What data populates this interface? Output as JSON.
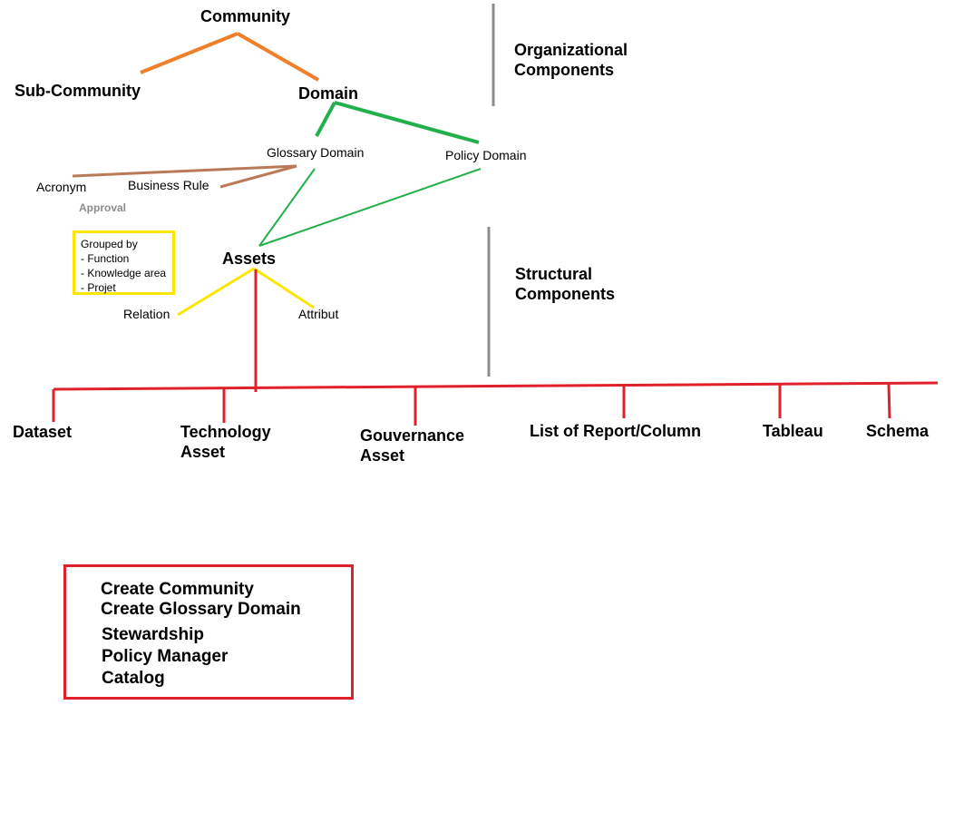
{
  "org": {
    "community": "Community",
    "sub_community": "Sub-Community",
    "domain": "Domain",
    "glossary_domain": "Glossary Domain",
    "policy_domain": "Policy Domain",
    "acronym": "Acronym",
    "business_rule": "Business Rule",
    "approval": "Approval"
  },
  "side_labels": {
    "organizational": [
      "Organizational",
      "Components"
    ],
    "structural": [
      "Structural",
      "Components"
    ]
  },
  "grouped": {
    "title": "Grouped by",
    "items": [
      "- Function",
      "- Knowledge area",
      "- Projet"
    ]
  },
  "assets": {
    "title": "Assets",
    "relation": "Relation",
    "attribut": "Attribut",
    "children": [
      [
        "Dataset"
      ],
      [
        "Technology",
        "Asset"
      ],
      [
        "Gouvernance",
        "Asset"
      ],
      [
        "List of Report/Column"
      ],
      [
        "Tableau"
      ],
      [
        "Schema"
      ]
    ]
  },
  "actions": [
    "Create Community",
    "Create Glossary Domain",
    "Stewardship",
    "Policy Manager",
    "Catalog"
  ],
  "colors": {
    "orange": "#f07f2a",
    "green": "#21b04b",
    "brown": "#b97a57",
    "yellow": "#ffe600",
    "red": "#e0202a",
    "gray": "#8c8c8c"
  }
}
